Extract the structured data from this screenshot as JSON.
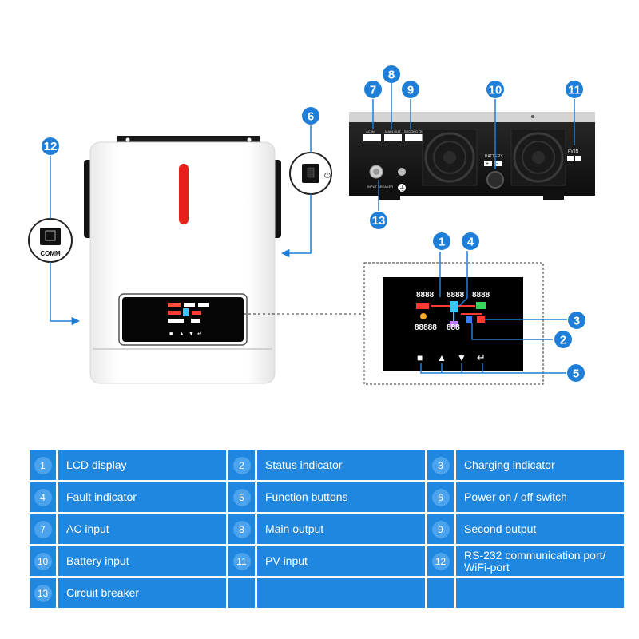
{
  "labels": {
    "comm": "COMM",
    "ac_in": "AC IN",
    "main_out": "MAIN OUT",
    "second_out": "SECOND OUT",
    "battery": "BATTERY",
    "pv_in": "PV IN",
    "input_breaker": "INPUT BREAKER",
    "lcd_digits_top_left": "8888",
    "lcd_digits_top_right": "8888",
    "lcd_digits_bottom_left": "88888",
    "lcd_digits_bottom_right": "888"
  },
  "callouts": [
    "1",
    "2",
    "3",
    "4",
    "5",
    "6",
    "7",
    "8",
    "9",
    "10",
    "11",
    "12",
    "13"
  ],
  "legend": {
    "rows": [
      [
        {
          "num": "1",
          "label": "LCD display"
        },
        {
          "num": "2",
          "label": "Status indicator"
        },
        {
          "num": "3",
          "label": "Charging indicator"
        }
      ],
      [
        {
          "num": "4",
          "label": "Fault indicator"
        },
        {
          "num": "5",
          "label": "Function buttons"
        },
        {
          "num": "6",
          "label": "Power on / off switch"
        }
      ],
      [
        {
          "num": "7",
          "label": "AC input"
        },
        {
          "num": "8",
          "label": "Main output"
        },
        {
          "num": "9",
          "label": "Second output"
        }
      ],
      [
        {
          "num": "10",
          "label": "Battery input"
        },
        {
          "num": "11",
          "label": "PV input"
        },
        {
          "num": "12",
          "label": "RS-232 communication port/ WiFi-port"
        }
      ],
      [
        {
          "num": "13",
          "label": "Circuit breaker"
        },
        {
          "num": "",
          "label": ""
        },
        {
          "num": "",
          "label": ""
        }
      ]
    ]
  },
  "colors": {
    "callout": "#1f7fd8",
    "legend_cell": "#1f87df",
    "legend_circle": "#4aa3ec",
    "indicator": "#e8201c",
    "lcd": "#000000"
  }
}
